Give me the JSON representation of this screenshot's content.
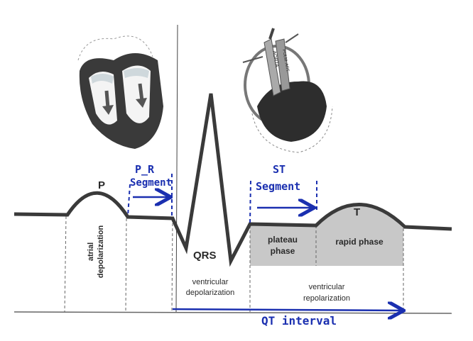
{
  "waves": {
    "p": "P",
    "qrs": "QRS",
    "t": "T"
  },
  "segments": {
    "pr_line1": "P_R",
    "pr_line2": "Segment",
    "st_line1": "ST",
    "st_line2": "Segment",
    "qt": "QT interval"
  },
  "phases": {
    "plateau_line1": "plateau",
    "plateau_line2": "phase",
    "rapid": "rapid phase"
  },
  "regions": {
    "atrial_line1": "atrial",
    "atrial_line2": "depolarization",
    "vdep_line1": "ventricular",
    "vdep_line2": "depolarization",
    "vrep_line1": "ventricular",
    "vrep_line2": "repolarization"
  },
  "heart_labels": {
    "aorta": "AORTA",
    "pulm": "PULM. ART."
  },
  "colors": {
    "ink": "#2a2a2a",
    "pen": "#1a2fb0",
    "shade": "#c8c8c8"
  }
}
